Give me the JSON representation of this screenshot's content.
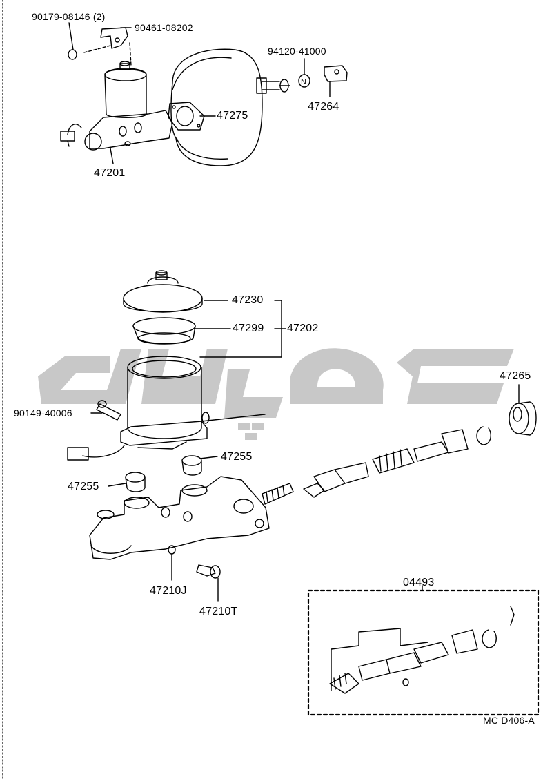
{
  "diagram": {
    "reference_code": "MC D406-A",
    "watermark_text": "توپاک",
    "watermark_color": "#c8c8c8",
    "booster_assembly": {
      "master_cylinder_label": "47201",
      "gasket_label": "47275",
      "bolt_label": "90179-08146 (2)",
      "bracket_label": "90461-08202",
      "nut_label": "94120-41000",
      "clevis_label": "47264"
    },
    "master_cylinder_exploded": {
      "reservoir_cap_label": "47230",
      "strainer_label": "47299",
      "reservoir_set_label": "47202",
      "screw_label": "90149-40006",
      "grommet_upper_label": "47255",
      "grommet_lower_label": "47255",
      "boot_label": "47265",
      "gasket_small_label": "47210J",
      "union_bolt_label": "47210T"
    },
    "kit": {
      "label": "04493"
    }
  }
}
